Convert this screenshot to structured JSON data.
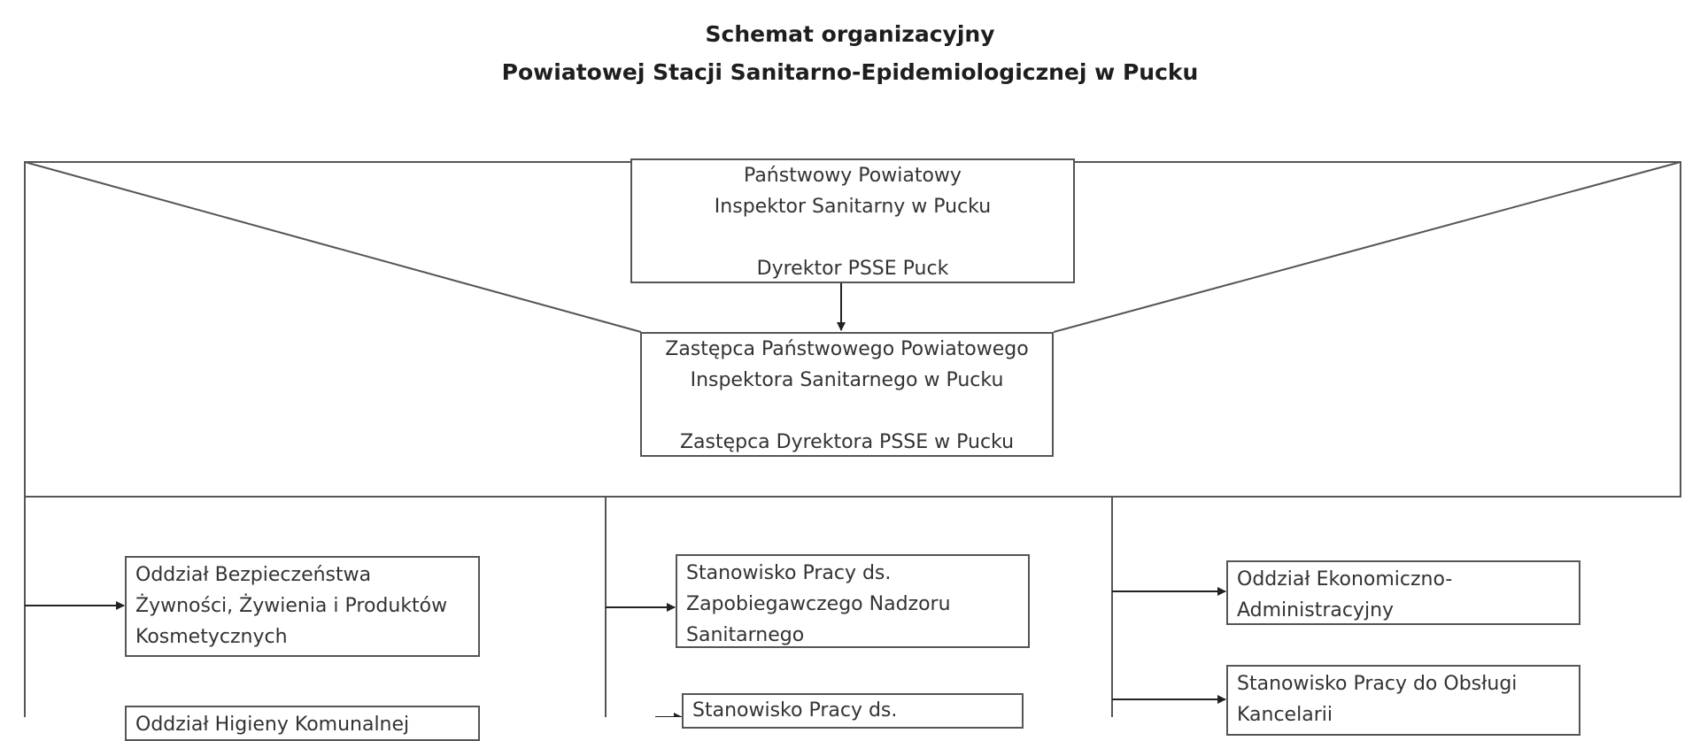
{
  "title": {
    "line1": "Schemat organizacyjny",
    "line2": "Powiatowej Stacji Sanitarno-Epidemiologicznej w Pucku"
  },
  "top_box": {
    "line1": "Państwowy Powiatowy",
    "line2": "Inspektor Sanitarny w Pucku",
    "line3": "Dyrektor PSSE Puck"
  },
  "deputy_box": {
    "line1": "Zastępca Państwowego Powiatowego",
    "line2": "Inspektora Sanitarnego w Pucku",
    "line3": "Zastępca Dyrektora PSSE w Pucku"
  },
  "col1": {
    "unit1": {
      "line1": "Oddział Bezpieczeństwa",
      "line2": "Żywności, Żywienia i Produktów",
      "line3": "Kosmetycznych"
    },
    "unit2": {
      "line1": "Oddział Higieny Komunalnej"
    }
  },
  "col2": {
    "unit1": {
      "line1": "Stanowisko Pracy ds.",
      "line2": "Zapobiegawczego Nadzoru",
      "line3": "Sanitarnego"
    },
    "unit2": {
      "line1": "Stanowisko Pracy ds."
    }
  },
  "col3": {
    "unit1": {
      "line1": "Oddział Ekonomiczno-",
      "line2": "Administracyjny"
    },
    "unit2": {
      "line1": "Stanowisko Pracy do Obsługi",
      "line2": "Kancelarii"
    }
  }
}
